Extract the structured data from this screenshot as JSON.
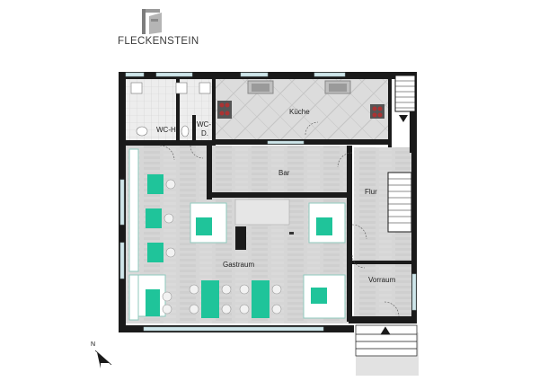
{
  "brand": {
    "name": "FLECKENSTEIN"
  },
  "north": {
    "label": "N"
  },
  "rooms": {
    "kueche": "Küche",
    "wc_h": "WC-H.",
    "wc_d": "WC-\nD.",
    "bar": "Bar",
    "flur": "Flur",
    "gastraum": "Gastraum",
    "vorraum": "Vorraum"
  },
  "colors": {
    "accent": "#1fc49a",
    "wall": "#1a1a1a",
    "floor": "#d8d8d8",
    "kitchen_floor": "#dcdcdc"
  }
}
